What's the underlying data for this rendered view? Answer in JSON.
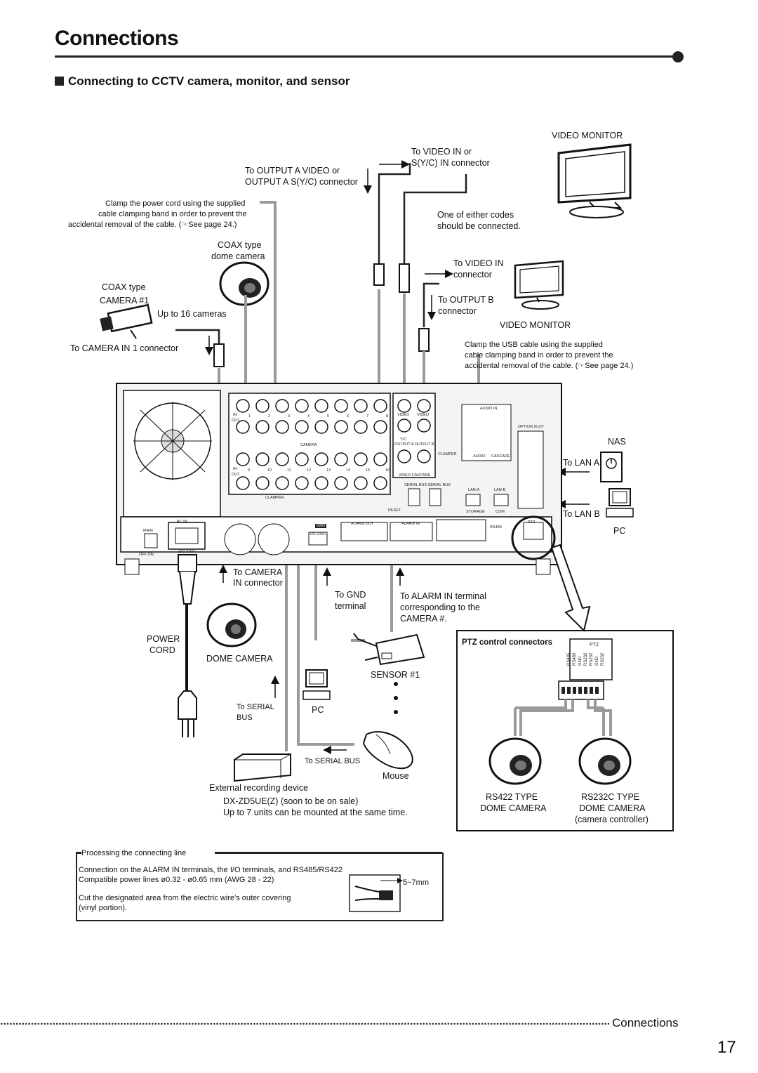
{
  "page": {
    "title": "Connections",
    "section_title": "Connecting to CCTV camera, monitor, and sensor",
    "footer_label": "Connections",
    "page_number": "17"
  },
  "labels": {
    "video_monitor_top": "VIDEO MONITOR",
    "to_video_in_or_1": "To VIDEO IN or",
    "to_video_in_or_2": "S(Y/C) IN connector",
    "to_output_a_1": "To OUTPUT A VIDEO or",
    "to_output_a_2": "OUTPUT A S(Y/C) connector",
    "clamp_power_1": "Clamp the power cord using the supplied",
    "clamp_power_2": "cable clamping band in order to prevent the",
    "clamp_power_3": "accidental removal of the cable. (",
    "clamp_power_see": "See page 24.)",
    "either_codes_1": "One of either codes",
    "either_codes_2": "should be connected.",
    "coax_dome_1": "COAX type",
    "coax_dome_2": "dome camera",
    "to_video_in_1": "To VIDEO IN",
    "to_video_in_2": "connector",
    "coax_type": "COAX type",
    "camera_1": "CAMERA #1",
    "up_to_16": "Up to 16 cameras",
    "to_output_b_1": "To OUTPUT B",
    "to_output_b_2": "connector",
    "video_monitor_mid": "VIDEO MONITOR",
    "to_camera_in_1": "To  CAMERA IN 1 connector",
    "clamp_usb_1": "Clamp the USB cable using the supplied",
    "clamp_usb_2": "cable clamping band in order to prevent the",
    "clamp_usb_3": "accidental removal of the cable. (",
    "clamp_usb_see": "See page 24.)",
    "nas": "NAS",
    "to_lan_a": "To LAN A",
    "to_lan_b": "To LAN B",
    "pc_right": "PC",
    "to_camera_in_conn_1": "To CAMERA",
    "to_camera_in_conn_2": "IN connector",
    "to_gnd_1": "To GND",
    "to_gnd_2": "terminal",
    "to_alarm_1": "To ALARM IN terminal",
    "to_alarm_2": "corresponding to the",
    "to_alarm_3": "CAMERA #.",
    "power_cord_1": "POWER",
    "power_cord_2": "CORD",
    "dome_camera": "DOME CAMERA",
    "sensor_1": "SENSOR #1",
    "to_serial_bus_1": "To SERIAL",
    "to_serial_bus_2": "BUS",
    "pc_bottom": "PC",
    "to_serial_bus_h": "To SERIAL BUS",
    "mouse": "Mouse",
    "ext_rec": "External recording device",
    "dx_model": "DX-ZD5UE(Z) (soon to be on sale)",
    "up_to_7": "Up to 7 units can be mounted at the same time.",
    "ptz_title": "PTZ control connectors",
    "rs422_1": "RS422 TYPE",
    "rs422_2": "DOME CAMERA",
    "rs232_1": "RS232C TYPE",
    "rs232_2": "DOME CAMERA",
    "rs232_3": "(camera controller)"
  },
  "panel": {
    "camera": "CAMERA",
    "in": "IN",
    "out": "OUT",
    "top_row_numbers": [
      "1",
      "2",
      "3",
      "4",
      "5",
      "6",
      "7",
      "8"
    ],
    "bottom_row_numbers": [
      "9",
      "10",
      "11",
      "12",
      "13",
      "14",
      "15",
      "16"
    ],
    "video": "VIDEO",
    "yc": "Y/C",
    "output_a_output_b": "OUTPUT A  OUTPUT B",
    "video_cascade": "VIDEO CASCADE",
    "clamper": "CLAMPER",
    "audio_in": "AUDIO IN",
    "audio": "AUDIO",
    "cascade": "CASCADE",
    "option_slot": "OPTION SLOT",
    "serial_bus": "SERIAL BUS  SERIAL BUS",
    "reset": "RESET",
    "lan_a": "LAN-A",
    "lan_b": "LAN-B",
    "storage": "STORAGE",
    "com": "COM",
    "gnd": "GND",
    "rs232c": "RS-232C",
    "alarm_out": "ALARM OUT",
    "alarm_in": "ALARM IN",
    "rs485": "RS485",
    "ptz": "PTZ",
    "ac_in": "AC IN",
    "main": "MAIN",
    "off_on": "OFF   ON",
    "voltage": "100-240V"
  },
  "ptz_pins": [
    "RS485",
    "RS485",
    "GND",
    "RS232",
    "RS232",
    "GND",
    "RS232"
  ],
  "process_box": {
    "title": "Processing the connecting line",
    "line1": "Connection on the ALARM IN terminals, the I/O terminals, and RS485/RS422",
    "line2": "Compatible power lines ø0.32 - ø0.65 mm (AWG 28 - 22)",
    "line3": "Cut the designated area from the electric wire’s outer covering",
    "line4": "(vinyl portion).",
    "strip_length": "5~7mm"
  },
  "colors": {
    "text": "#111111",
    "cable_gray": "#9a9a9a",
    "cable_dark": "#222222",
    "panel_fill": "#f4f4f4"
  },
  "icons": [
    "video-monitor-icon",
    "dome-camera-icon",
    "box-camera-icon",
    "nas-icon",
    "pc-icon",
    "sensor-icon",
    "mouse-icon",
    "recorder-icon",
    "power-plug-icon",
    "note-hand-icon"
  ]
}
